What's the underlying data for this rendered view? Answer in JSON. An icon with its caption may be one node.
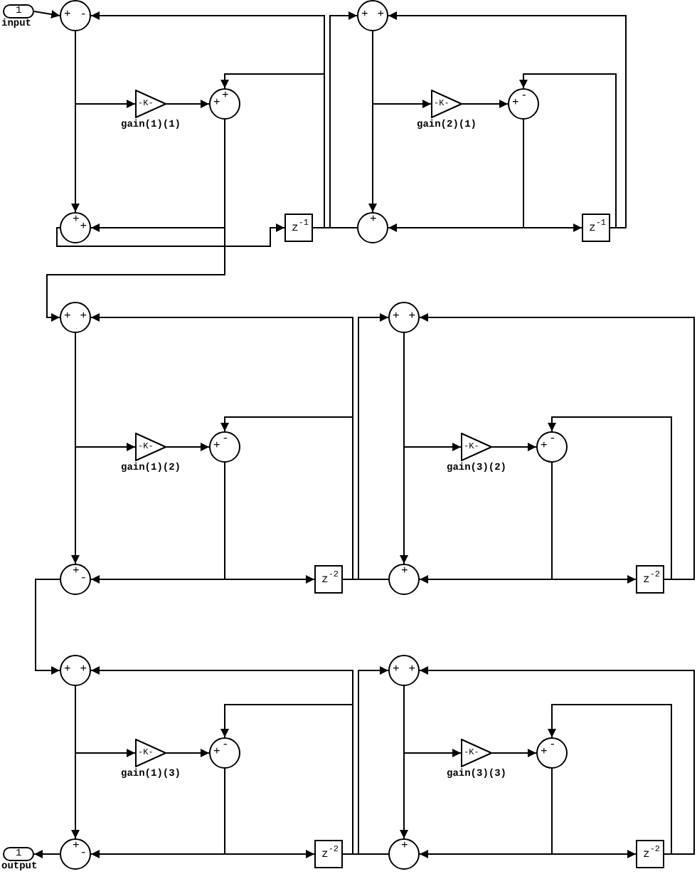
{
  "diagram": {
    "nodes": [
      {
        "text": [
          "1"
        ],
        "beside": [
          "input"
        ]
      },
      {
        "text": [
          "+",
          "-"
        ]
      },
      {
        "text": [
          "-K-"
        ],
        "beside": [
          "gain(1)(1)"
        ]
      },
      {
        "text": [
          "+",
          "+"
        ]
      },
      {
        "text": [
          "+",
          "+"
        ]
      },
      {
        "text": [
          "z$^{-1}$"
        ]
      },
      {
        "text": [
          "+",
          "+"
        ]
      },
      {
        "text": [
          "-K-"
        ],
        "beside": [
          "gain(2)(1)"
        ]
      },
      {
        "text": [
          "-",
          "+"
        ]
      },
      {
        "text": [
          "+"
        ]
      },
      {
        "text": [
          "z$^{-1}$"
        ]
      },
      {
        "text": [
          "+",
          "+"
        ]
      },
      {
        "text": [
          "-K-"
        ],
        "beside": [
          "gain(1)(2)"
        ]
      },
      {
        "text": [
          "-",
          "+"
        ]
      },
      {
        "text": [
          "+",
          "-"
        ]
      },
      {
        "text": [
          "z$^{-2}$"
        ]
      },
      {
        "text": [
          "+",
          "+"
        ]
      },
      {
        "text": [
          "-K-"
        ],
        "beside": [
          "gain(3)(2)"
        ]
      },
      {
        "text": [
          "-",
          "+"
        ]
      },
      {
        "text": [
          "+"
        ]
      },
      {
        "text": [
          "z$^{-2}$"
        ]
      },
      {
        "text": [
          "+",
          "+"
        ]
      },
      {
        "text": [
          "-K-"
        ],
        "beside": [
          "gain(1)(3)"
        ]
      },
      {
        "text": [
          "-",
          "+"
        ]
      },
      {
        "text": [
          "+",
          "-"
        ]
      },
      {
        "text": [
          "z$^{-2}$"
        ]
      },
      {
        "text": [
          "+",
          "+"
        ]
      },
      {
        "text": [
          "-K-"
        ],
        "beside": [
          "gain(3)(3)"
        ]
      },
      {
        "text": [
          "-",
          "+"
        ]
      },
      {
        "text": [
          "+"
        ]
      },
      {
        "text": [
          "z$^{-2}$"
        ]
      },
      {
        "text": [
          "1"
        ],
        "beside": [
          "output"
        ]
      }
    ],
    "edges": [
      {
        "from": 0,
        "to": 1,
        "arrow": "to"
      },
      {
        "from": 1,
        "to": 2,
        "arrow": "to"
      },
      {
        "from": 1,
        "to": 4,
        "arrow": "to"
      },
      {
        "from": 2,
        "to": 3,
        "arrow": "to"
      },
      {
        "from": 3,
        "to": 4,
        "arrow": "to"
      },
      {
        "from": 4,
        "to": 5,
        "arrow": "to"
      },
      {
        "from": 3,
        "to": 11,
        "arrow": "to"
      },
      {
        "from": 5,
        "to": 6,
        "arrow": "to"
      },
      {
        "from": 9,
        "to": 1,
        "arrow": "to"
      },
      {
        "from": 9,
        "to": 3,
        "arrow": "to"
      },
      {
        "from": 6,
        "to": 7,
        "arrow": "to"
      },
      {
        "from": 6,
        "to": 9,
        "arrow": "to"
      },
      {
        "from": 7,
        "to": 8,
        "arrow": "to"
      },
      {
        "from": 8,
        "to": 9,
        "arrow": "to"
      },
      {
        "from": 8,
        "to": 10,
        "arrow": "to"
      },
      {
        "from": 10,
        "to": 6,
        "arrow": "to"
      },
      {
        "from": 10,
        "to": 8,
        "arrow": "to"
      },
      {
        "from": 11,
        "to": 12,
        "arrow": "to"
      },
      {
        "from": 11,
        "to": 14,
        "arrow": "to"
      },
      {
        "from": 12,
        "to": 13,
        "arrow": "to"
      },
      {
        "from": 13,
        "to": 14,
        "arrow": "to"
      },
      {
        "from": 13,
        "to": 15,
        "arrow": "to"
      },
      {
        "from": 14,
        "to": 21,
        "arrow": "to"
      },
      {
        "from": 15,
        "to": 16,
        "arrow": "to"
      },
      {
        "from": 19,
        "to": 11,
        "arrow": "to"
      },
      {
        "from": 19,
        "to": 13,
        "arrow": "to"
      },
      {
        "from": 16,
        "to": 17,
        "arrow": "to"
      },
      {
        "from": 16,
        "to": 19,
        "arrow": "to"
      },
      {
        "from": 17,
        "to": 18,
        "arrow": "to"
      },
      {
        "from": 18,
        "to": 19,
        "arrow": "to"
      },
      {
        "from": 18,
        "to": 20,
        "arrow": "to"
      },
      {
        "from": 20,
        "to": 16,
        "arrow": "to"
      },
      {
        "from": 20,
        "to": 18,
        "arrow": "to"
      },
      {
        "from": 21,
        "to": 22,
        "arrow": "to"
      },
      {
        "from": 21,
        "to": 24,
        "arrow": "to"
      },
      {
        "from": 22,
        "to": 23,
        "arrow": "to"
      },
      {
        "from": 23,
        "to": 24,
        "arrow": "to"
      },
      {
        "from": 23,
        "to": 25,
        "arrow": "to"
      },
      {
        "from": 24,
        "to": 31,
        "arrow": "to"
      },
      {
        "from": 25,
        "to": 26,
        "arrow": "to"
      },
      {
        "from": 29,
        "to": 21,
        "arrow": "to"
      },
      {
        "from": 29,
        "to": 23,
        "arrow": "to"
      },
      {
        "from": 26,
        "to": 27,
        "arrow": "to"
      },
      {
        "from": 26,
        "to": 29,
        "arrow": "to"
      },
      {
        "from": 27,
        "to": 28,
        "arrow": "to"
      },
      {
        "from": 28,
        "to": 29,
        "arrow": "to"
      },
      {
        "from": 28,
        "to": 30,
        "arrow": "to"
      },
      {
        "from": 30,
        "to": 26,
        "arrow": "to"
      },
      {
        "from": 30,
        "to": 28,
        "arrow": "to"
      }
    ]
  }
}
